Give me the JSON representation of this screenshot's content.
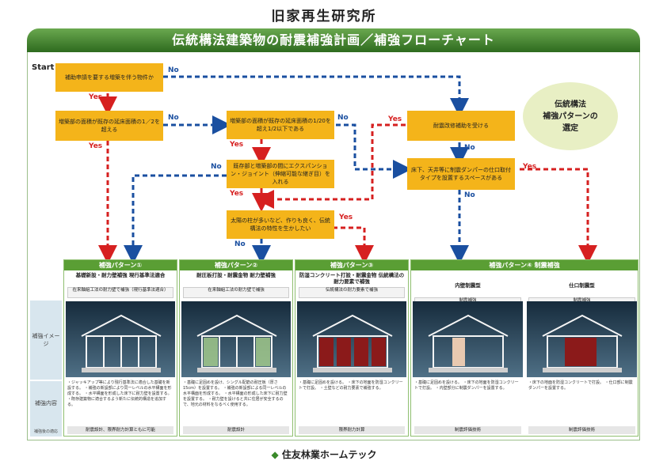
{
  "header": {
    "org": "旧家再生研究所",
    "title": "伝統構法建築物の耐震補強計画／補強フローチャート"
  },
  "flow": {
    "start": "Start",
    "yes": "Yes",
    "no": "No",
    "box1": "補助申請を要する増築を伴う物件か",
    "box2": "増築部の面積が既存の延床面積の1／2を超える",
    "box3": "増築部の面積が既存の延床面積の1/20を超え1/2以下である",
    "box4": "既存部と増築部の間にエクスパンション・ジョイント（伸縮可能な継ぎ目）を入れる",
    "box5": "太陽の柱が多いなど、作りも良く、伝統構法の特性を生かしたい",
    "box6": "耐震改修補助を受ける",
    "box7": "床下、天井等に制震ダンパーの仕口取付タイプを設置するスペースがある",
    "circle_line1": "伝統構法",
    "circle_line2": "補強パターンの",
    "circle_line3": "選定"
  },
  "side_labels": {
    "image": "補強イメージ",
    "content": "補強内容",
    "applicable": "補強後の適応"
  },
  "patterns": [
    {
      "title": "補強パターン①",
      "name": "基礎新設・耐力壁補強 現行基準法適合",
      "sub": "在来軸組工法の耐力壁で補強（現行基準法適合）",
      "text": "・ジャッキアップ等により現行基準法に適合した基礎を新設する。 ・補強の新設部により同一レベルの水平構面を形成する。 ・水平構面を形成した床下に耐力壁を設置する。 ・既存建築物に適合するよう新たに伝統的構造を追加する。",
      "foot": "耐震設計、限界耐力計算ともに可能"
    },
    {
      "title": "補強パターン②",
      "name": "耐圧板打設・耐震金物 耐力壁補強",
      "sub": "在来軸組工法の耐力壁で補強",
      "text": "・基礎に足固めを設け、シングル配筋の耐圧板（厚さ15cm）を設置する。 ・補強の新設部による同一レベルの水平構面を形成する。 ・水平構面の形成した床下に耐力壁を設置する。 ・耐力壁を設けると共に住居が安全するので、地元の材料をなるべく使用する。",
      "foot": "耐震設計"
    },
    {
      "title": "補強パターン③",
      "name": "防湿コンクリート打設・耐震金物 伝統構法の耐力要素で補強",
      "sub": "伝統構法の耐力要素で補強",
      "text": "・基礎に足固めを設ける。 ・床下の地面を防湿コンクリートで打設。 ・土壁などの耐力要素で補強する。",
      "foot": "限界耐力計算"
    },
    {
      "title": "補強パターン④ 制震補強",
      "name": "内壁制震型",
      "sub": "制震補強",
      "text": "・基礎に足固めを設ける。 ・床下の地面を防湿コンクリートで打設。 ・内壁部分に制震ダンパーを設置する。",
      "foot": "制震評価技術"
    },
    {
      "title": "",
      "name": "仕口制震型",
      "sub": "制震補強",
      "text": "・床下の地面を防湿コンクリートで打設。 ・仕口部に制震ダンパーを設置する。",
      "foot": "制震評価技術"
    }
  ],
  "footer": {
    "brand": "住友林業ホームテック"
  },
  "colors": {
    "yes_arrow": "#d62020",
    "no_arrow": "#1a4fa0",
    "box": "#f4b41a",
    "title_green": "#2e6b1f"
  }
}
